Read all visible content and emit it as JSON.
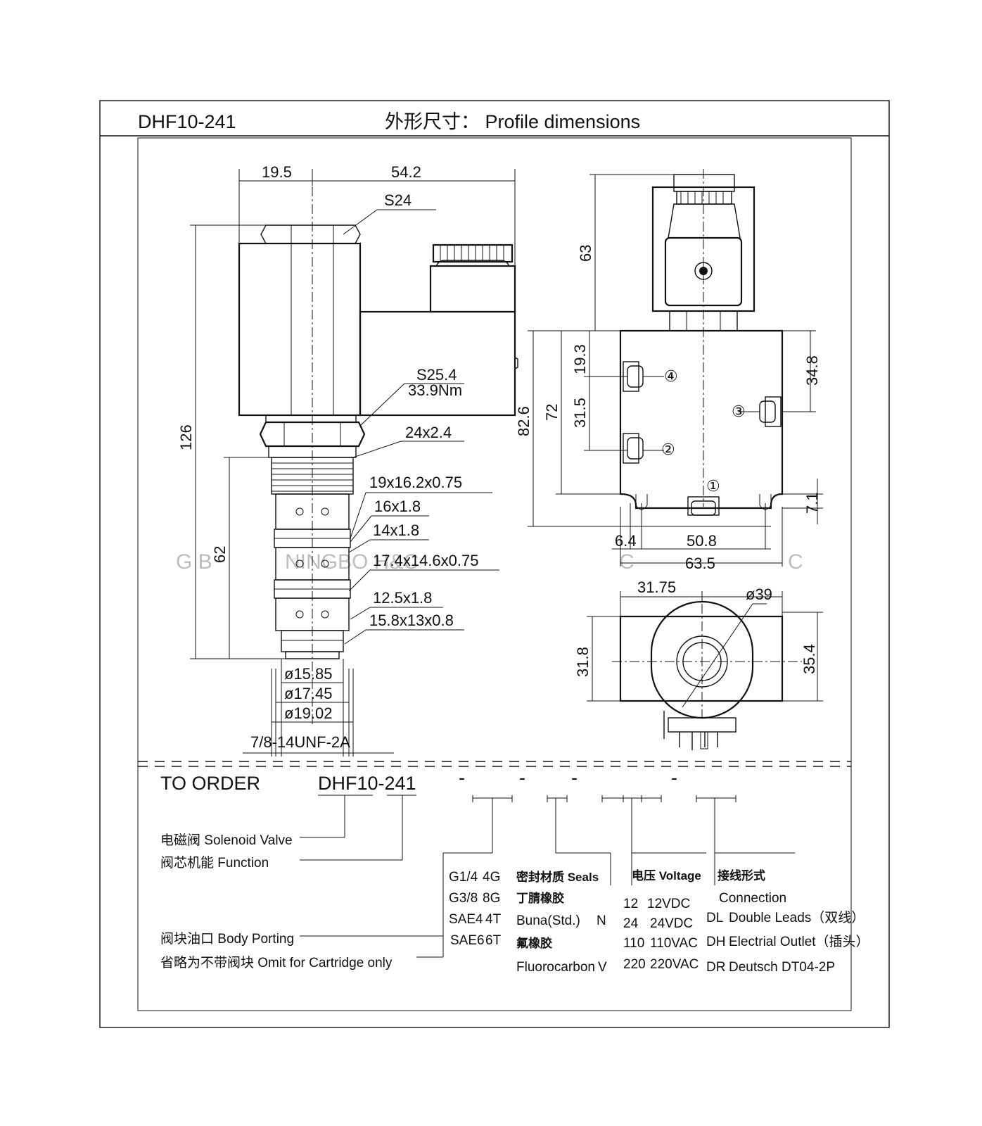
{
  "header": {
    "model": "DHF10-241",
    "title": "外形尺寸：  Profile dimensions"
  },
  "watermark": {
    "left": "G  B",
    "middle": "NINGBO  H&C",
    "right_a": "C",
    "right_b": "C"
  },
  "front_view": {
    "width_left": "19.5",
    "width_right": "54.2",
    "nut": "S24",
    "nut2": "S25.4",
    "torque": "33.9Nm",
    "thread_relief": "24x2.4",
    "height_total": "126",
    "height_cartridge": "62",
    "oring1": "19x16.2x0.75",
    "oring2": "16x1.8",
    "oring3": "14x1.8",
    "oring4": "17.4x14.6x0.75",
    "oring5": "12.5x1.8",
    "oring6": "15.8x13x0.8",
    "dia1": "ø15.85",
    "dia2": "ø17.45",
    "dia3": "ø19.02",
    "thread": "7/8-14UNF-2A"
  },
  "side_view": {
    "h_coil": "63",
    "h_block": "82.6",
    "h_port": "72",
    "h_port4": "19.3",
    "h_port2": "31.5",
    "h_port3": "34.8",
    "h_mount": "7.1",
    "w_edge": "6.4",
    "w_mount": "50.8",
    "w_total": "63.5",
    "port4": "④",
    "port3": "③",
    "port2": "②",
    "port1": "①"
  },
  "top_view": {
    "offset": "31.75",
    "coil_dia": "ø39",
    "depth_left": "31.8",
    "depth_right": "35.4"
  },
  "order": {
    "heading": "TO ORDER",
    "model": "DHF10-241",
    "separators": [
      "-",
      "-",
      "-",
      "-"
    ],
    "labels": {
      "solenoid": "电磁阀 Solenoid Valve",
      "function": "阀芯机能 Function",
      "body_porting": "阀块油口 Body Porting",
      "omit": "省略为不带阀块 Omit for Cartridge only"
    },
    "porting": [
      [
        "G1/4",
        "4G"
      ],
      [
        "G3/8",
        "8G"
      ],
      [
        "SAE4",
        "4T"
      ],
      [
        "SAE6",
        "6T"
      ]
    ],
    "seals": {
      "title": "密封材质 Seals",
      "items": [
        {
          "cn": "丁腈橡胶",
          "name": "Buna(Std.)",
          "code": "N"
        },
        {
          "cn": "氟橡胶",
          "name": "Fluorocarbon",
          "code": "V"
        }
      ]
    },
    "voltage": {
      "title": "电压 Voltage",
      "items": [
        [
          "12",
          "12VDC"
        ],
        [
          "24",
          "24VDC"
        ],
        [
          "110",
          "110VAC"
        ],
        [
          "220",
          "220VAC"
        ]
      ]
    },
    "connection": {
      "title_cn": "接线形式",
      "title_en": "Connection",
      "items": [
        [
          "DL",
          "Double Leads（双线）"
        ],
        [
          "DH",
          "Electrial Outlet（插头）"
        ],
        [
          "DR",
          "Deutsch DT04-2P"
        ]
      ]
    }
  }
}
